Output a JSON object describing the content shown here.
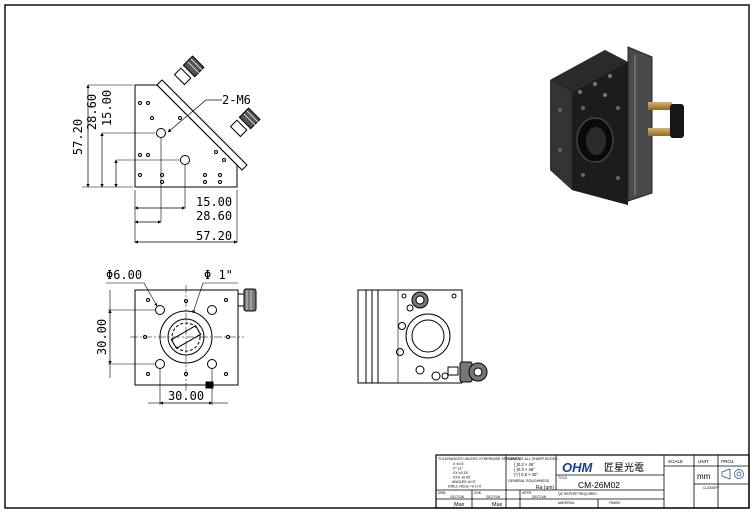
{
  "front_view": {
    "dims": {
      "height_total": "57.20",
      "height_mid": "28.60",
      "height_inner": "15.00",
      "width_inner": "15.00",
      "width_mid": "28.60",
      "width_total": "57.20"
    },
    "thread_callout": "2-M6"
  },
  "top_view": {
    "hole_dia": "Φ6.00",
    "bore_dia": "Φ 1\"",
    "pitch_v": "30.00",
    "pitch_h": "30.00"
  },
  "title_block": {
    "tolerances_title": "TOLERANCES UNLESS OTHERWISE SPECIFIED",
    "tolerances_rows": [
      ".X  ±0.5",
      ".X°  ±1°",
      ".XX  ±0.15",
      ".XXX  ±0.05",
      "ANGLES  ±0.5°",
      "DRILL HOLE  +0.1/-0"
    ],
    "edge_note_title": "REMOVE ALL SHARP EDGES",
    "edge_note_rows": [
      "( )0.2 × 45°",
      "( )0.3 × 45°",
      "(▽) 0.5 × 45°"
    ],
    "roughness_label": "GENERAL ROUGHNESS",
    "roughness_unit": "Ra (um)",
    "drawn_label": "DRN.",
    "drawn_date": "2017/1/6",
    "checked_label": "CHK.",
    "checked_date": "2017/1/6",
    "approved_label": "APPD.",
    "approved_date": "2017/1/6",
    "drawn_name": "Max",
    "checked_name": "Max",
    "company_logo": "OHM",
    "company_name": "匠星光電",
    "title_label": "TITLE",
    "part_number": "CM-26M02",
    "qc_label": "QC REPORT REQUIRED",
    "material_label": "MATERIAL",
    "finish_label": "FINISH",
    "scale_label": "SCALE",
    "unit_label": "UNIT",
    "proj_label": "PROJ.",
    "unit_value": "mm",
    "classify_label": "CLASSIFY"
  }
}
